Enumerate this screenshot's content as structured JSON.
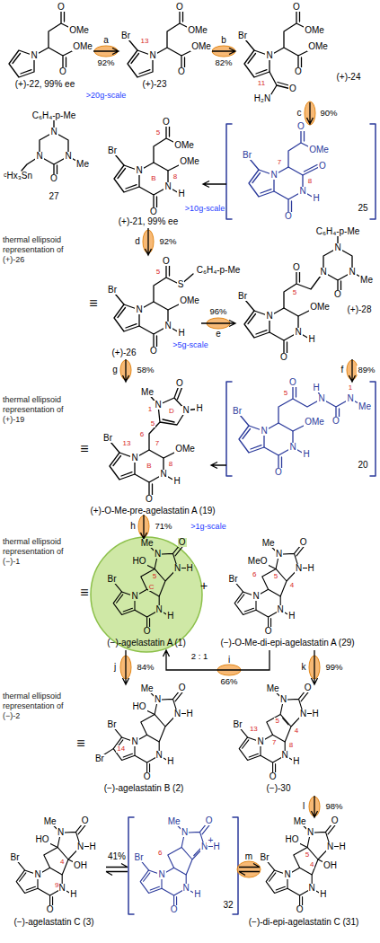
{
  "diagram": {
    "nodes": [
      {
        "text": [
          "(+)-22, 99% ee"
        ]
      },
      {
        "text": [
          "(+)-23"
        ]
      },
      {
        "text": [
          "(+)-24"
        ]
      },
      {
        "text": [
          "27"
        ]
      },
      {
        "text": [
          "25"
        ]
      },
      {
        "text": [
          "(+)-21, 99% ee"
        ]
      },
      {
        "text": [
          "(+)-26"
        ]
      },
      {
        "text": [
          "(+)-28"
        ]
      },
      {
        "text": [
          "20"
        ]
      },
      {
        "text": [
          "(+)-O-Me-pre-agelastatin A (19)"
        ]
      },
      {
        "text": [
          "(−)-agelastatin A (1)"
        ]
      },
      {
        "text": [
          "(−)-O-Me-di-epi-agelastatin A (29)"
        ]
      },
      {
        "text": [
          "(−)-agelastatin B (2)"
        ]
      },
      {
        "text": [
          "(−)-30"
        ]
      },
      {
        "text": [
          "(−)-agelastatin C (3)"
        ]
      },
      {
        "text": [
          "32"
        ]
      },
      {
        "text": [
          "(−)-di-epi-agelastatin C (31)"
        ]
      }
    ],
    "edges": [
      {
        "from": 0,
        "to": 1,
        "arrow": "to",
        "label": "a"
      },
      {
        "from": 1,
        "to": 2,
        "arrow": "to",
        "label": "b"
      },
      {
        "from": 2,
        "to": 4,
        "arrow": "to",
        "label": "c"
      },
      {
        "from": 4,
        "to": 5,
        "arrow": "to"
      },
      {
        "from": 5,
        "to": 6,
        "arrow": "to",
        "label": "d"
      },
      {
        "from": 6,
        "to": 7,
        "arrow": "to",
        "label": "e"
      },
      {
        "from": 7,
        "to": 8,
        "arrow": "to",
        "label": "f"
      },
      {
        "from": 8,
        "to": 9,
        "arrow": "to"
      },
      {
        "from": 6,
        "to": 9,
        "arrow": "to",
        "label": "g"
      },
      {
        "from": 9,
        "to": 10,
        "arrow": "to",
        "label": "h"
      },
      {
        "from": 11,
        "to": 10,
        "arrow": "to",
        "label": "i"
      },
      {
        "from": 10,
        "to": 12,
        "arrow": "to",
        "label": "j"
      },
      {
        "from": 11,
        "to": 13,
        "arrow": "to",
        "label": "k"
      },
      {
        "from": 13,
        "to": 16,
        "arrow": "to",
        "label": "l"
      },
      {
        "from": 16,
        "to": 15,
        "arrow": "both",
        "label": "m"
      },
      {
        "from": 15,
        "to": 14,
        "arrow": "both",
        "label": "41%"
      }
    ],
    "labels": [
      ">20g-scale",
      "92%",
      "82%",
      "90%",
      ">10g-scale",
      "thermal ellipsoid representation of (+)-26",
      "92%",
      "≡",
      "96%",
      ">5g-scale",
      "89%",
      "58%",
      "thermal ellipsoid representation of (+)-19",
      "≡",
      "71%",
      ">1g-scale",
      "thermal ellipsoid representation of (−)-1",
      "≡",
      "+",
      "2 : 1",
      "66%",
      "84%",
      "99%",
      "thermal ellipsoid representation of (−)-2",
      "≡",
      "98%",
      "N",
      "O",
      "OMe",
      "O",
      "OMe",
      "Br",
      "13",
      "N",
      "O",
      "OMe",
      "O",
      "OMe",
      "Br",
      "N",
      "O",
      "OMe",
      "O",
      "OMe",
      "O",
      "H₂N",
      "11",
      "Br",
      "N",
      "N",
      "H",
      "O",
      "OMe",
      "O",
      "OMe",
      "8",
      "5",
      "B",
      "Br",
      "N",
      "N",
      "H",
      "O",
      "O",
      "O",
      "OMe",
      "8",
      "7",
      "C₆H₄-p-Me",
      "N",
      "N",
      "N",
      "O",
      "Me",
      "ᶜHx₃Sn",
      "Br",
      "N",
      "N",
      "H",
      "O",
      "OMe",
      "O",
      "S",
      "C₆H₄-p-Me",
      "5",
      "Br",
      "N",
      "N",
      "H",
      "O",
      "OMe",
      "O",
      "N",
      "N",
      "N",
      "O",
      "Me",
      "C₆H₄-p-Me",
      "5",
      "Br",
      "N",
      "N",
      "H",
      "O",
      "OMe",
      "N",
      "Me",
      "O",
      "N",
      "H",
      "1",
      "D",
      "5",
      "6",
      "7",
      "8",
      "13",
      "B",
      "Br",
      "N",
      "N",
      "H",
      "O",
      "OMe",
      "O",
      "N",
      "H",
      "O",
      "N",
      "Me",
      "1",
      "5",
      "Br",
      "N",
      "N",
      "H",
      "O",
      "N",
      "Me",
      "O",
      "N",
      "H",
      "HO",
      "5",
      "C",
      "Br",
      "N",
      "N",
      "H",
      "O",
      "N",
      "Me",
      "O",
      "N",
      "H",
      "MeO",
      "6",
      "5",
      "4",
      "Br",
      "N",
      "N",
      "H",
      "O",
      "N",
      "Me",
      "O",
      "N",
      "H",
      "HO",
      "Br",
      "14",
      "Br",
      "N",
      "N",
      "H",
      "O",
      "N",
      "Me",
      "O",
      "N",
      "H",
      "5",
      "4",
      "8",
      "7",
      "13",
      "Br",
      "N",
      "N",
      "H",
      "O",
      "N",
      "Me",
      "O",
      "N",
      "H",
      "HO",
      "OH",
      "4",
      "9",
      "Br",
      "N",
      "N",
      "H",
      "O",
      "N",
      "Me",
      "O",
      "N",
      "H",
      "+",
      "6",
      "Br",
      "N",
      "N",
      "H",
      "O",
      "N",
      "Me",
      "O",
      "N",
      "H",
      "HO",
      "OH",
      "5",
      "4"
    ]
  }
}
